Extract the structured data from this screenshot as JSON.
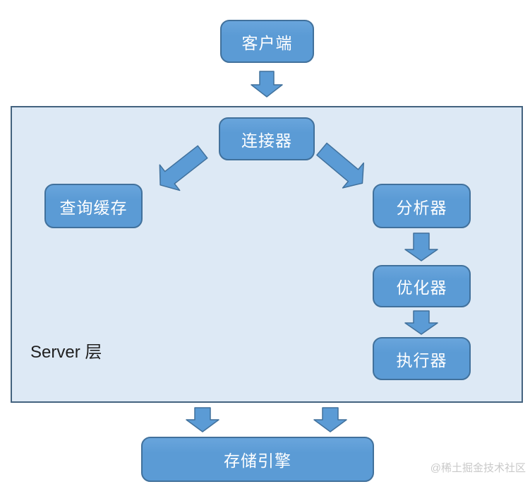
{
  "diagram": {
    "nodes": {
      "client": {
        "label": "客户端"
      },
      "connector": {
        "label": "连接器"
      },
      "query_cache": {
        "label": "查询缓存"
      },
      "analyzer": {
        "label": "分析器"
      },
      "optimizer": {
        "label": "优化器"
      },
      "executor": {
        "label": "执行器"
      },
      "storage_engine": {
        "label": "存储引擎"
      }
    },
    "labels": {
      "server_layer": "Server 层",
      "watermark": "@稀土掘金技术社区"
    },
    "edges": [
      {
        "from": "client",
        "to": "connector"
      },
      {
        "from": "connector",
        "to": "query_cache"
      },
      {
        "from": "connector",
        "to": "analyzer"
      },
      {
        "from": "analyzer",
        "to": "optimizer"
      },
      {
        "from": "optimizer",
        "to": "executor"
      },
      {
        "from": "server_layer",
        "to": "storage_engine",
        "side": "left"
      },
      {
        "from": "server_layer",
        "to": "storage_engine",
        "side": "right"
      }
    ],
    "colors": {
      "background": "#ffffff",
      "node_fill": "#5b9bd5",
      "node_fill_top": "#69a5dc",
      "node_border": "#41719c",
      "panel_fill": "#dde9f5",
      "panel_border": "#44637f",
      "node_text": "#ffffff",
      "server_label_text": "#1f1f1f",
      "watermark_text": "#c9c9c9"
    }
  }
}
